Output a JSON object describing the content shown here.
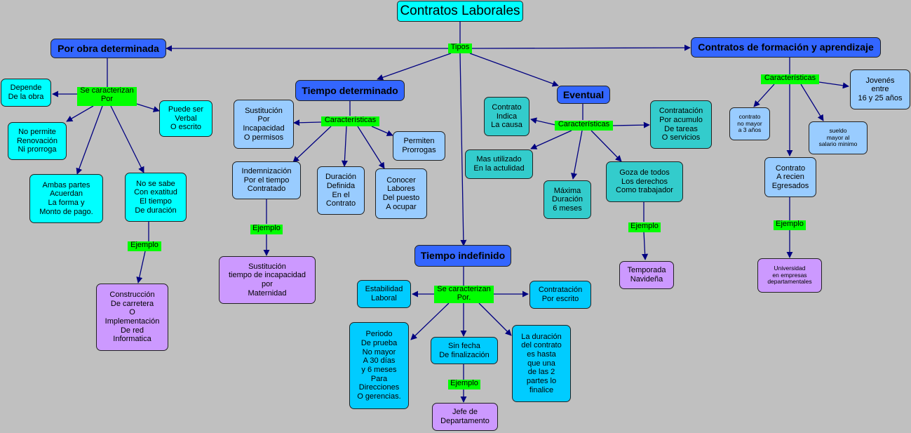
{
  "title": "Contratos Laborales",
  "colors": {
    "title": "#00ffff",
    "main": "#3366ff",
    "link": "#00ff00",
    "cyan": "#00ffff",
    "light_blue": "#99ccff",
    "teal": "#33cccc",
    "sky": "#00ccff",
    "purple": "#cc99ff",
    "arrow": "#000080"
  },
  "links": {
    "tipos": "Tipos",
    "obra_se_caracterizan": "Se caracterizan\nPor",
    "obra_ejemplo": "Ejemplo",
    "td_caracteristicas": "Características",
    "td_ejemplo": "Ejemplo",
    "ev_caracteristicas": "Características",
    "ev_ejemplo": "Ejemplo",
    "ti_se_caracterizan": "Se caracterizan\nPor.",
    "ti_ejemplo": "Ejemplo",
    "fa_caracteristicas": "Características",
    "fa_ejemplo": "Ejemplo"
  },
  "obra": {
    "label": "Por obra determinada",
    "depende": "Depende\nDe la obra",
    "verbal": "Puede ser\nVerbal\nO escrito",
    "no_permite": "No permite\nRenovación\nNi prorroga",
    "ambas": "Ambas partes\nAcuerdan\nLa forma y\nMonto de pago.",
    "no_se_sabe": "No se sabe\nCon exatitud\nEl tiempo\nDe duración",
    "ejemplo": "Construcción\nDe carretera\nO\nImplementación\nDe red\nInformatica"
  },
  "tiempo_determinado": {
    "label": "Tiempo determinado",
    "sustitucion": "Sustitución\nPor\nIncapacidad\nO permisos",
    "permiten": "Permiten\nProrrogas",
    "indemnizacion": "Indemnización\nPor el tiempo\nContratado",
    "duracion": "Duración\nDefinida\nEn el\nContrato",
    "conocer": "Conocer\nLabores\nDel puesto\nA ocupar",
    "ejemplo": "Sustitución\ntiempo de incapacidad\npor\nMaternidad"
  },
  "eventual": {
    "label": "Eventual",
    "indica": "Contrato\nIndica\nLa causa",
    "acumulo": "Contratación\nPor acumulo\nDe tareas\nO servicios",
    "mas_utilizado": "Mas utilizado\nEn la actulidad",
    "maxima": "Máxima\nDuración\n6 meses",
    "goza": "Goza de todos\nLos derechos\nComo trabajador",
    "ejemplo": "Temporada\nNavideña"
  },
  "tiempo_indefinido": {
    "label": "Tiempo indefinido",
    "estabilidad": "Estabilidad\nLaboral",
    "por_escrito": "Contratación\nPor escrito",
    "periodo": "Periodo\nDe prueba\nNo mayor\nA 30 días\ny 6 meses\nPara\nDirecciones\nO gerencias.",
    "sin_fecha": "Sin fecha\nDe finalización",
    "duracion": "La duración\ndel contrato\nes hasta\nque una\nde las 2\npartes lo\nfinalice",
    "ejemplo": "Jefe de\nDepartamento"
  },
  "formacion": {
    "label": "Contratos de formación y aprendizaje",
    "jovenes": "Jovenés\nentre\n16 y 25 años",
    "no_mayor": "contrato\nno mayor\na 3 años",
    "sueldo": "sueldo\nmayor al\nsalario minimo",
    "egresados": "Contrato\nA recien\nEgresados",
    "ejemplo": "Universidad\nen empresas\ndepartamentales"
  }
}
